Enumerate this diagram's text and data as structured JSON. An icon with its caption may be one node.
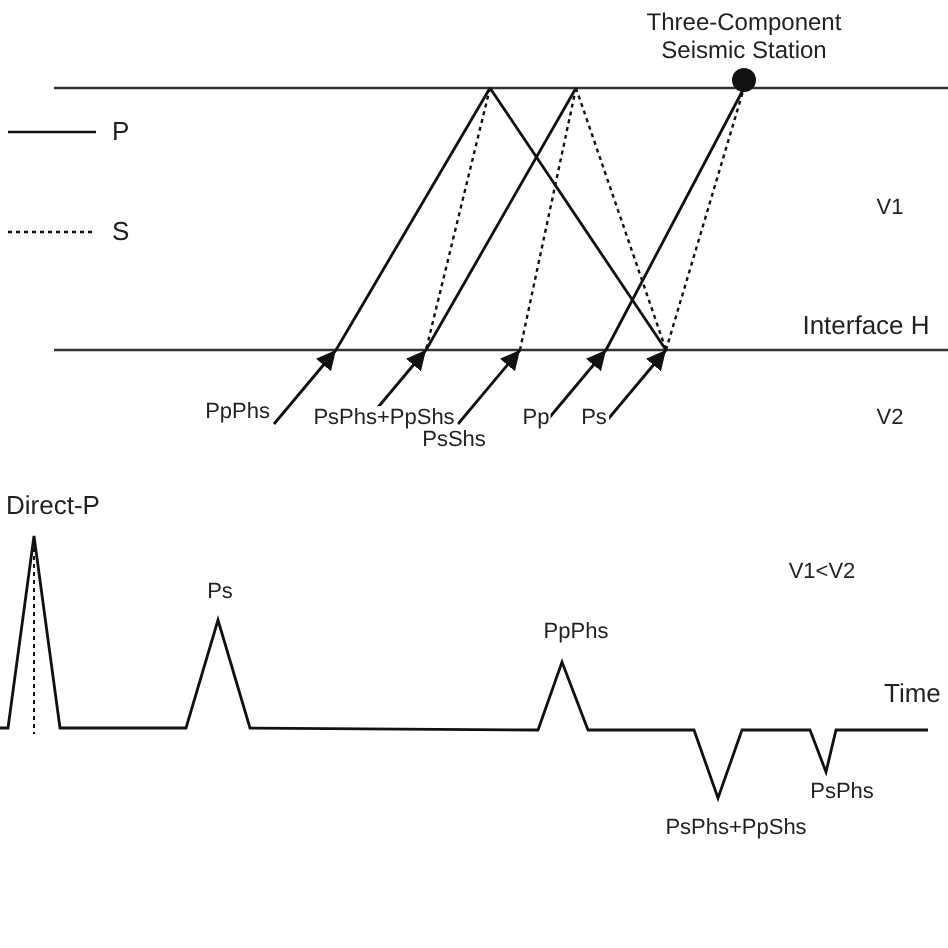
{
  "diagram": {
    "nodes": [
      {
        "text": [
          "Three-Component Seismic Station"
        ]
      }
    ],
    "labels": [
      "V1",
      "Interface H",
      "PpPhs",
      "PsPhs+PpShs",
      "Pp",
      "Ps",
      "V2",
      "PsShs",
      "Direct-P",
      "Ps",
      "V1<V2",
      "PpPhs",
      "Time",
      "PsPhs",
      "PsPhs+PpShs"
    ],
    "legend": [
      {
        "text": "P"
      },
      {
        "text": "S"
      }
    ]
  }
}
